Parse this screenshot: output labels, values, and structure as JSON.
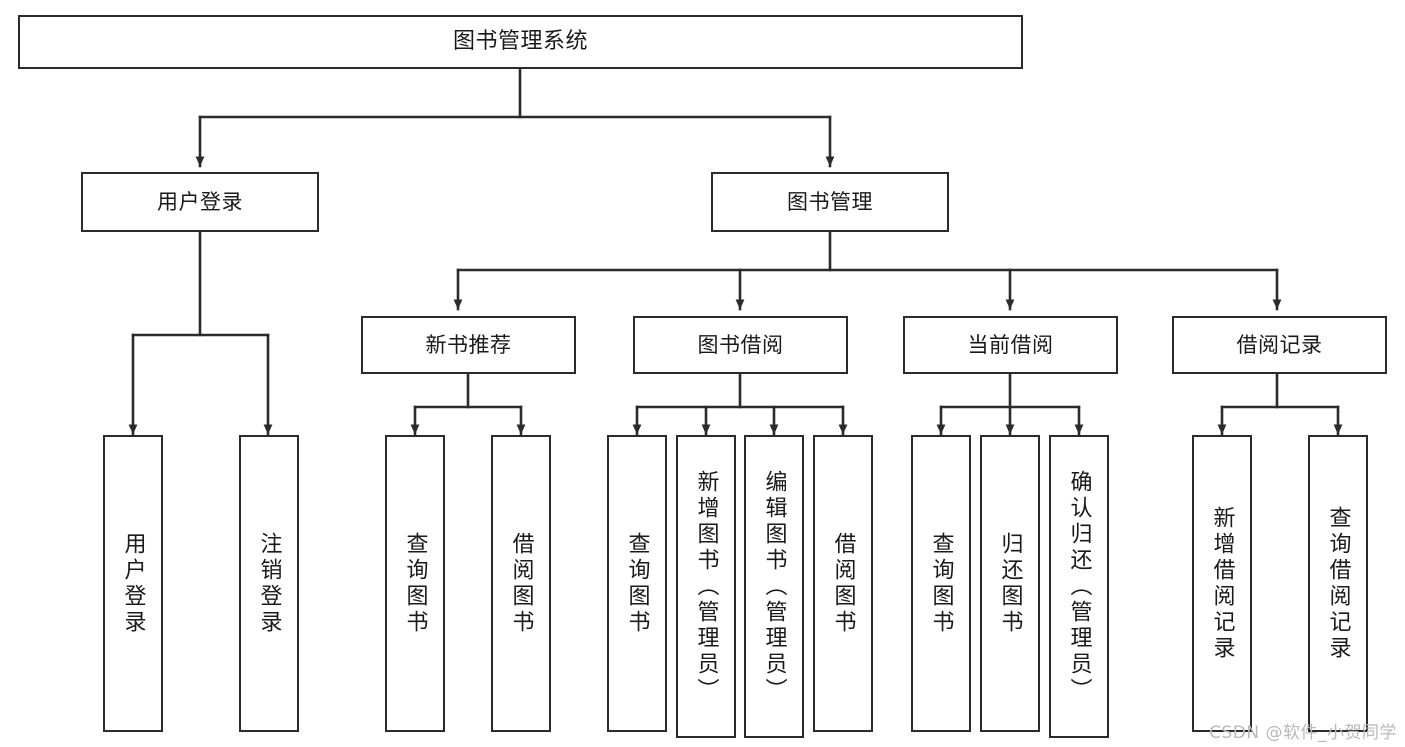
{
  "diagram": {
    "title": "图书管理系统",
    "type": "tree-hierarchy",
    "watermark": "CSDN @软件_小贺同学",
    "colors": {
      "box_border": "#2b2b2b",
      "box_fill": "#ffffff",
      "connector": "#2b2b2b",
      "text": "#1a1a1a",
      "watermark": "#b9b9b9",
      "background": "#ffffff"
    },
    "levels": {
      "root": "图书管理系统",
      "level1": [
        "用户登录",
        "图书管理"
      ],
      "level2": [
        "新书推荐",
        "图书借阅",
        "当前借阅",
        "借阅记录"
      ]
    },
    "nodes": {
      "root": {
        "label": "图书管理系统"
      },
      "user_login": {
        "label": "用户登录"
      },
      "book_manage": {
        "label": "图书管理"
      },
      "new_book_rec": {
        "label": "新书推荐"
      },
      "book_borrow": {
        "label": "图书借阅"
      },
      "current_borrow": {
        "label": "当前借阅"
      },
      "borrow_record": {
        "label": "借阅记录"
      }
    },
    "leaves": {
      "user_login": [
        {
          "label": "用户登录"
        },
        {
          "label": "注销登录"
        }
      ],
      "new_book_rec": [
        {
          "label": "查询图书"
        },
        {
          "label": "借阅图书"
        }
      ],
      "book_borrow": [
        {
          "label": "查询图书"
        },
        {
          "label": "新增图书（管理员）"
        },
        {
          "label": "编辑图书（管理员）"
        },
        {
          "label": "借阅图书"
        }
      ],
      "current_borrow": [
        {
          "label": "查询图书"
        },
        {
          "label": "归还图书"
        },
        {
          "label": "确认归还（管理员）"
        }
      ],
      "borrow_record": [
        {
          "label": "新增借阅记录"
        },
        {
          "label": "查询借阅记录"
        }
      ]
    }
  }
}
